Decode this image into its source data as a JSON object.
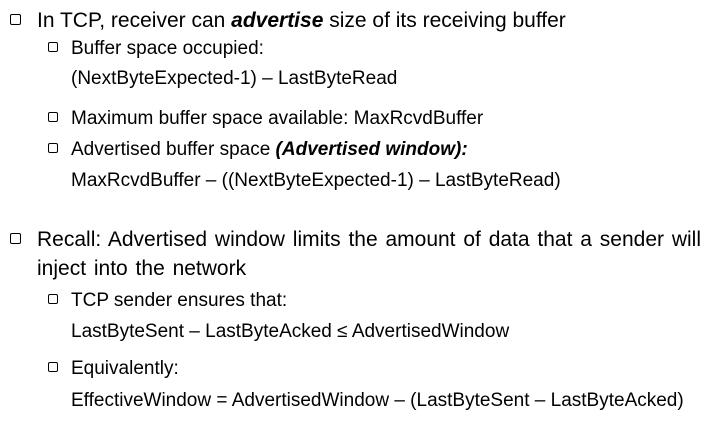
{
  "slide": {
    "background_color": "#ffffff",
    "text_color": "#000000",
    "items": [
      {
        "level": 1,
        "pre": "In TCP, receiver can ",
        "emph": "advertise",
        "post": " size of its receiving buffer"
      },
      {
        "level": 2,
        "text": "Buffer space occupied:"
      },
      {
        "level": "formula",
        "text": "(NextByteExpected-1) – LastByteRead"
      },
      {
        "level": 2,
        "text": "Maximum buffer space available: MaxRcvdBuffer"
      },
      {
        "level": 2,
        "pre": "Advertised buffer space ",
        "emph": "(Advertised window):"
      },
      {
        "level": "formula",
        "text": "MaxRcvdBuffer – ((NextByteExpected-1) – LastByteRead)"
      },
      {
        "level": 1,
        "lines": [
          "Recall: Advertised window limits the amount of data that a sender will",
          "inject into the network"
        ]
      },
      {
        "level": 2,
        "text": "TCP sender ensures that:"
      },
      {
        "level": "formula",
        "text": "LastByteSent – LastByteAcked ≤ AdvertisedWindow"
      },
      {
        "level": 2,
        "text": "Equivalently:"
      },
      {
        "level": "formula",
        "text": "EffectiveWindow = AdvertisedWindow – (LastByteSent – LastByteAcked)"
      }
    ]
  }
}
